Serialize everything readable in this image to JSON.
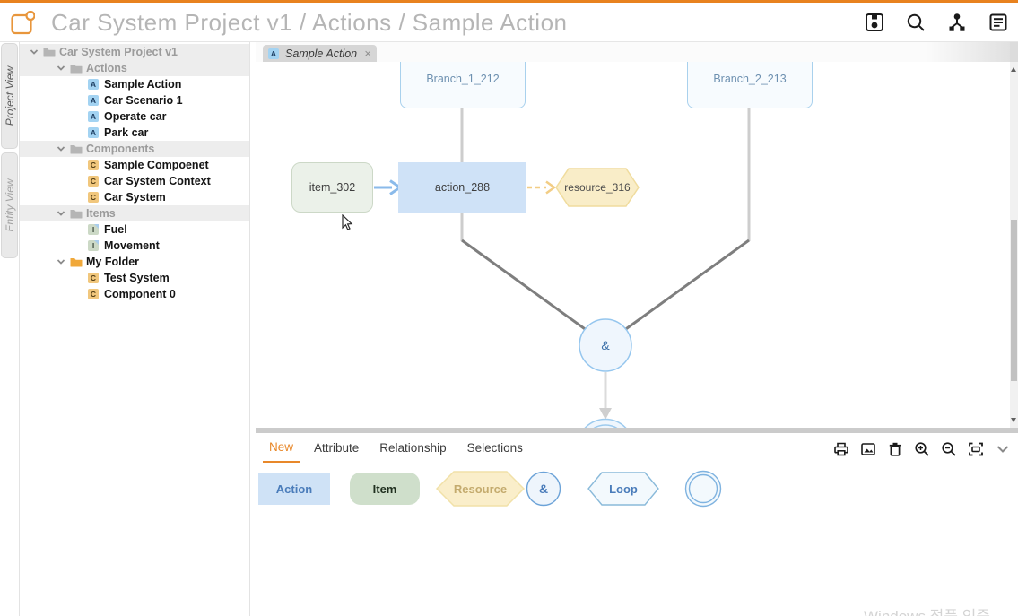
{
  "header": {
    "title": "Car System Project v1 / Actions / Sample Action",
    "icons": [
      "save-icon",
      "search-icon",
      "model-tree-icon",
      "list-icon"
    ]
  },
  "side_tabs": [
    {
      "label": "Project View",
      "active": true
    },
    {
      "label": "Entity View",
      "active": false
    }
  ],
  "tree": {
    "rows": [
      {
        "label": "Car System Project v1",
        "type": "folder-gray",
        "level": 0
      },
      {
        "label": "Actions",
        "type": "folder-gray",
        "level": 1
      },
      {
        "label": "Sample Action",
        "type": "action",
        "level": 2,
        "icon_letter": "A"
      },
      {
        "label": "Car Scenario 1",
        "type": "action",
        "level": 2,
        "icon_letter": "A"
      },
      {
        "label": "Operate car",
        "type": "action",
        "level": 2,
        "icon_letter": "A"
      },
      {
        "label": "Park car",
        "type": "action",
        "level": 2,
        "icon_letter": "A"
      },
      {
        "label": "Components",
        "type": "folder-gray",
        "level": 1
      },
      {
        "label": "Sample Compoenet",
        "type": "component",
        "level": 2,
        "icon_letter": "C"
      },
      {
        "label": "Car System Context",
        "type": "component",
        "level": 2,
        "icon_letter": "C"
      },
      {
        "label": "Car System",
        "type": "component",
        "level": 2,
        "icon_letter": "C"
      },
      {
        "label": "Items",
        "type": "folder-gray",
        "level": 1
      },
      {
        "label": "Fuel",
        "type": "item",
        "level": 2,
        "icon_letter": "I"
      },
      {
        "label": "Movement",
        "type": "item",
        "level": 2,
        "icon_letter": "I"
      },
      {
        "label": "My Folder",
        "type": "folder-orange",
        "level": 1
      },
      {
        "label": "Test System",
        "type": "component",
        "level": 2,
        "icon_letter": "C"
      },
      {
        "label": "Component 0",
        "type": "component",
        "level": 2,
        "icon_letter": "C"
      }
    ]
  },
  "canvas": {
    "tab": {
      "icon_letter": "A",
      "label": "Sample Action",
      "close": "×"
    },
    "nodes": {
      "branch1": "Branch_1_212",
      "branch2": "Branch_2_213",
      "item": "item_302",
      "action": "action_288",
      "resource": "resource_316",
      "and_gate": "&"
    }
  },
  "bottom_panel": {
    "tabs": [
      {
        "label": "New",
        "active": true
      },
      {
        "label": "Attribute",
        "active": false
      },
      {
        "label": "Relationship",
        "active": false
      },
      {
        "label": "Selections",
        "active": false
      }
    ],
    "toolbar_icons": [
      "print-icon",
      "image-icon",
      "delete-icon",
      "zoom-in-icon",
      "zoom-out-icon",
      "fit-screen-icon",
      "collapse-icon"
    ],
    "palette": {
      "action": "Action",
      "item": "Item",
      "resource": "Resource",
      "and_gate": "&",
      "loop": "Loop"
    }
  },
  "watermark": "Windows 정품 인증",
  "colors": {
    "accent_orange": "#e8821f",
    "tab_orange": "#e8882a",
    "action_blue_fill": "#cfe2f7",
    "item_green_fill": "#cfdfcb",
    "resource_yellow_fill": "#f9edc8",
    "node_blue_border": "#94c5ee",
    "branch_fill": "#f7fbfe",
    "gray_row": "#ededed"
  }
}
